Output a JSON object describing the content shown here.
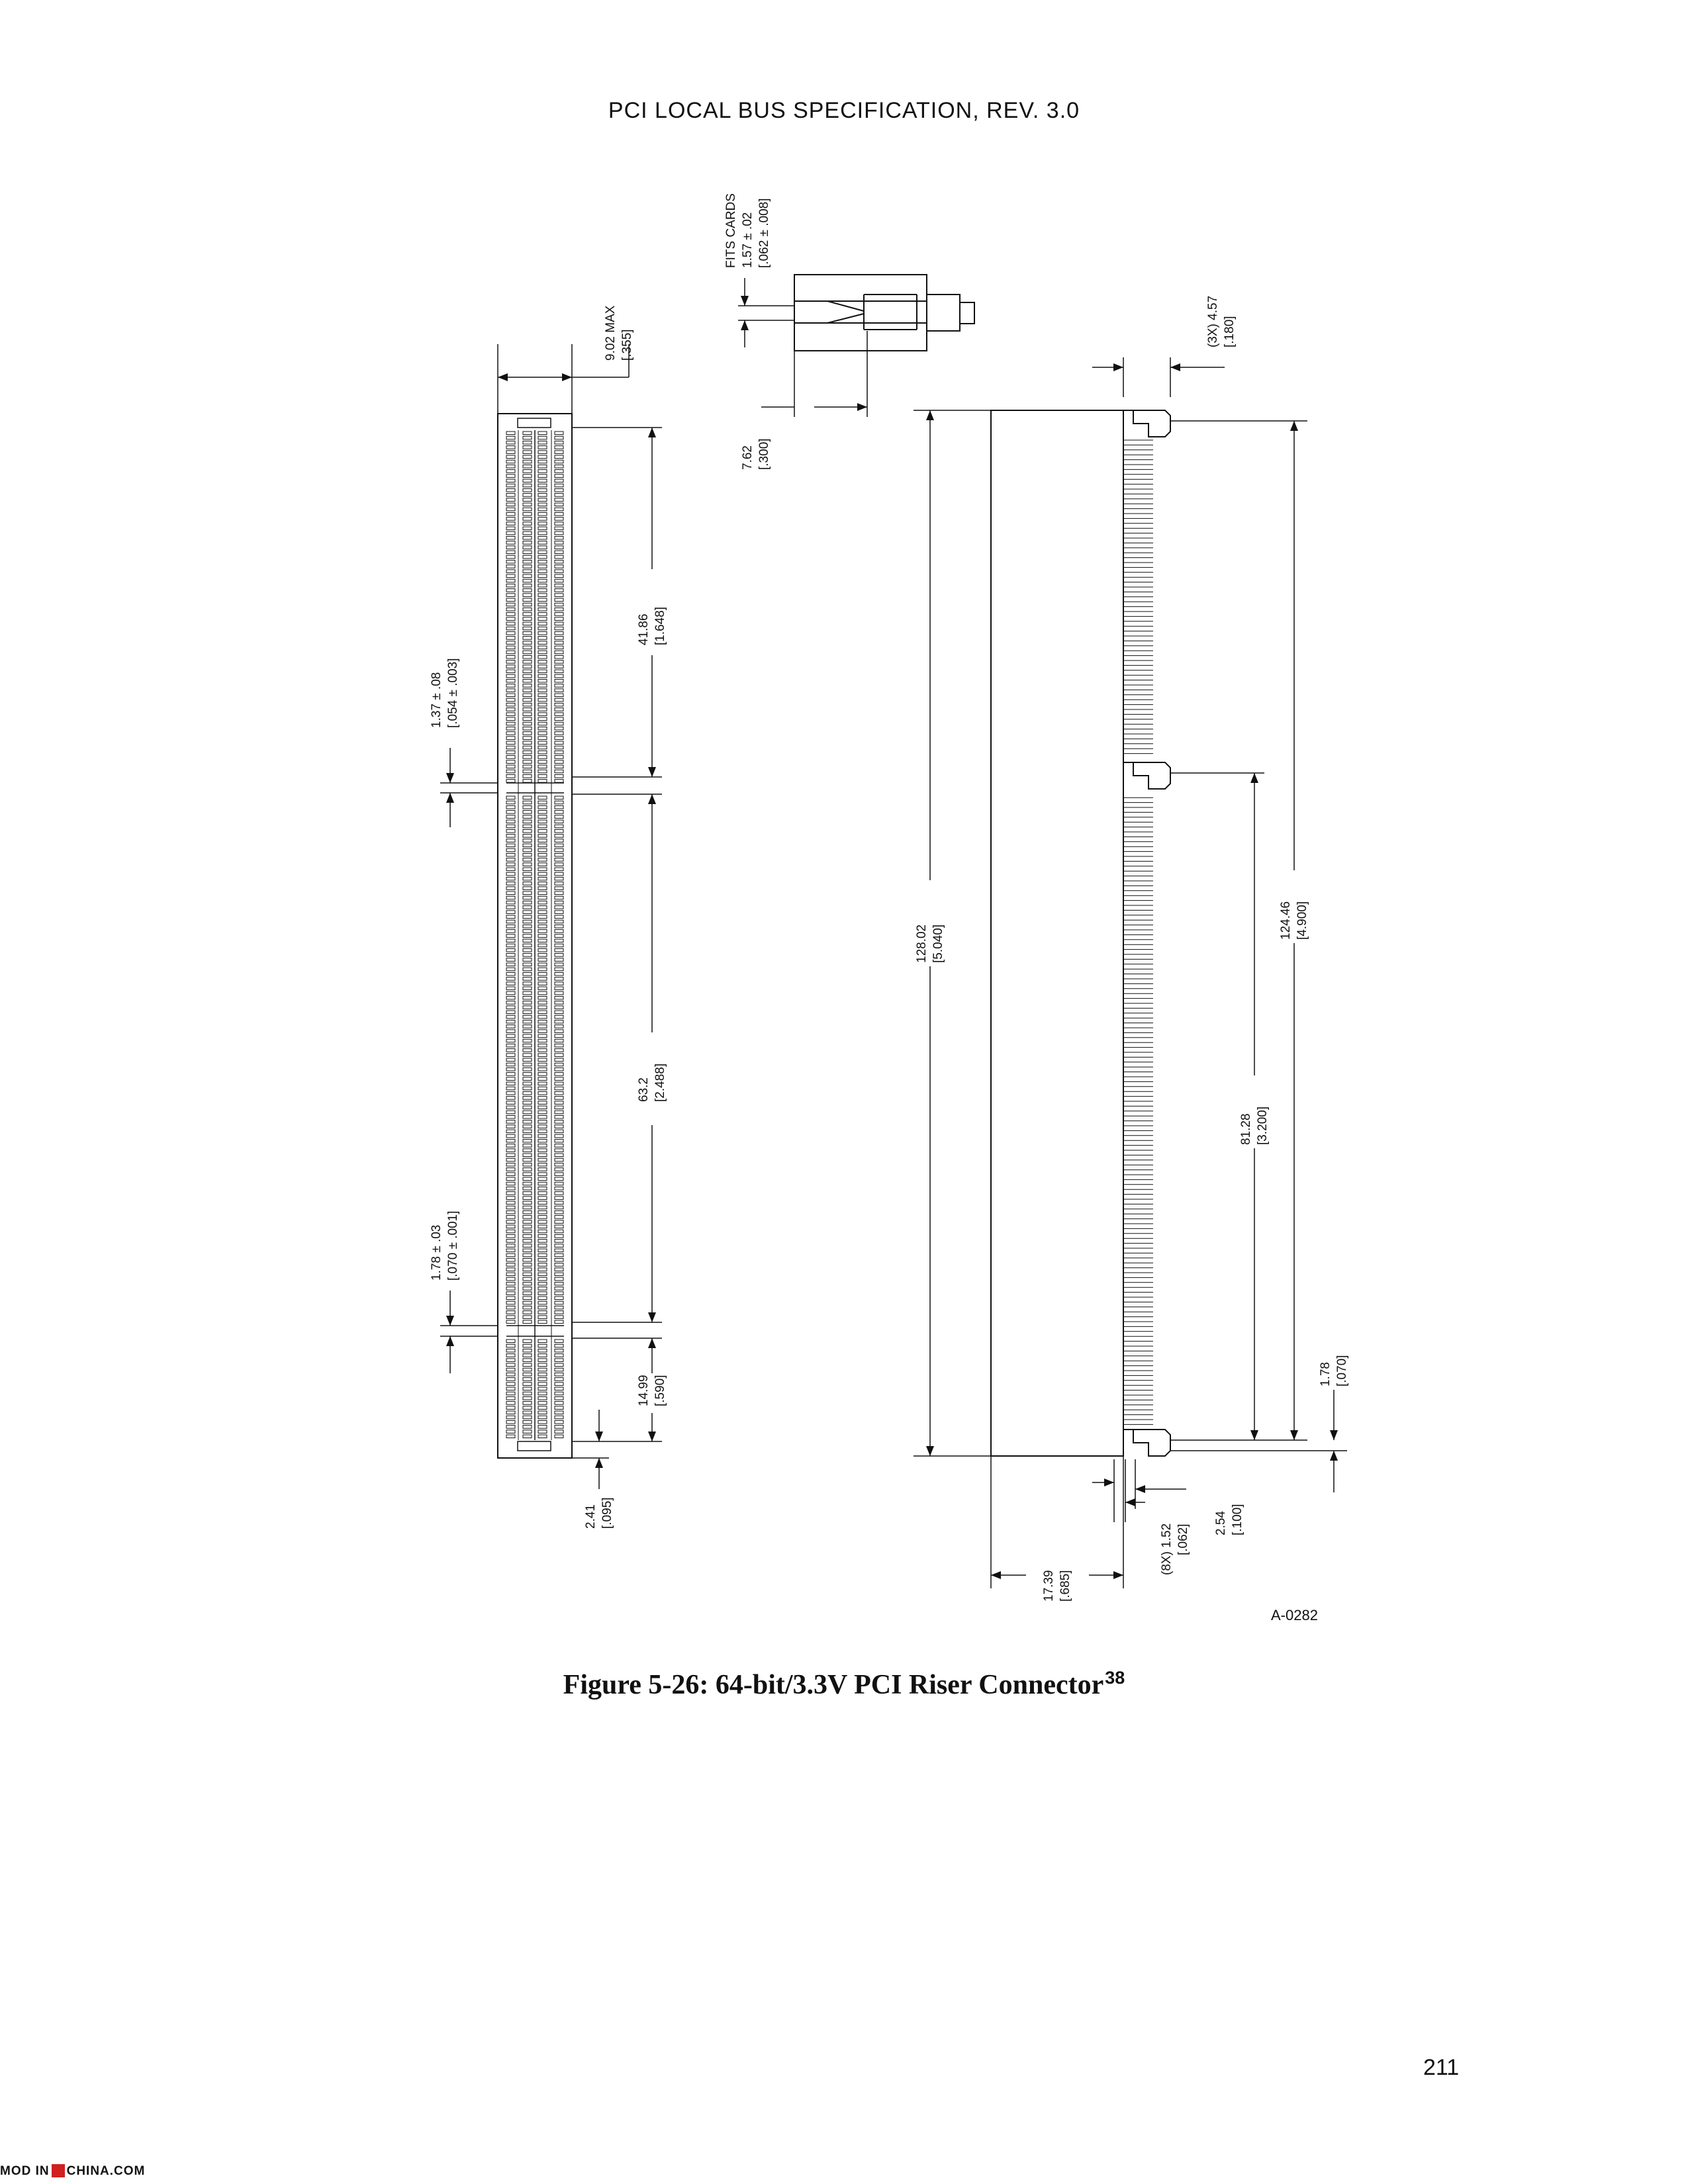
{
  "page": {
    "header": "PCI LOCAL BUS SPECIFICATION, REV. 3.0",
    "page_number": "211",
    "figure_id": "A-0282",
    "caption": "Figure 5-26:  64-bit/3.3V PCI Riser Connector",
    "caption_footnote": "38",
    "watermark_left": "MOD IN",
    "watermark_right": "CHINA.COM"
  },
  "dimensions": {
    "fits_cards": [
      "FITS CARDS",
      "1.57 ± .02",
      "[.062 ± .008]"
    ],
    "width_max": [
      "9.02 MAX",
      "[.355]"
    ],
    "side_width": [
      "7.62",
      "[.300]"
    ],
    "post_spacing": [
      "(3X) 4.57",
      "[.180]"
    ],
    "seg1_length": [
      "41.86",
      "[1.648]"
    ],
    "key1_gap": [
      "1.37 ± .08",
      "[.054 ± .003]"
    ],
    "seg2_length": [
      "63.2",
      "[2.488]"
    ],
    "key2_gap": [
      "1.78 ± .03",
      "[.070 ± .001]"
    ],
    "seg3_length": [
      "14.99",
      "[.590]"
    ],
    "end_offset": [
      "2.41",
      "[.095]"
    ],
    "overall_length": [
      "128.02",
      "[5.040]"
    ],
    "post_span": [
      "124.46",
      "[4.900]"
    ],
    "post_mid": [
      "81.28",
      "[3.200]"
    ],
    "bottom_offset": [
      "1.78",
      "[.070]"
    ],
    "pin_pitch": [
      "2.54",
      "[.100]"
    ],
    "pin_width": [
      "(8X) 1.52",
      "[.062]"
    ],
    "body_height": [
      "17.39",
      "[.685]"
    ]
  }
}
